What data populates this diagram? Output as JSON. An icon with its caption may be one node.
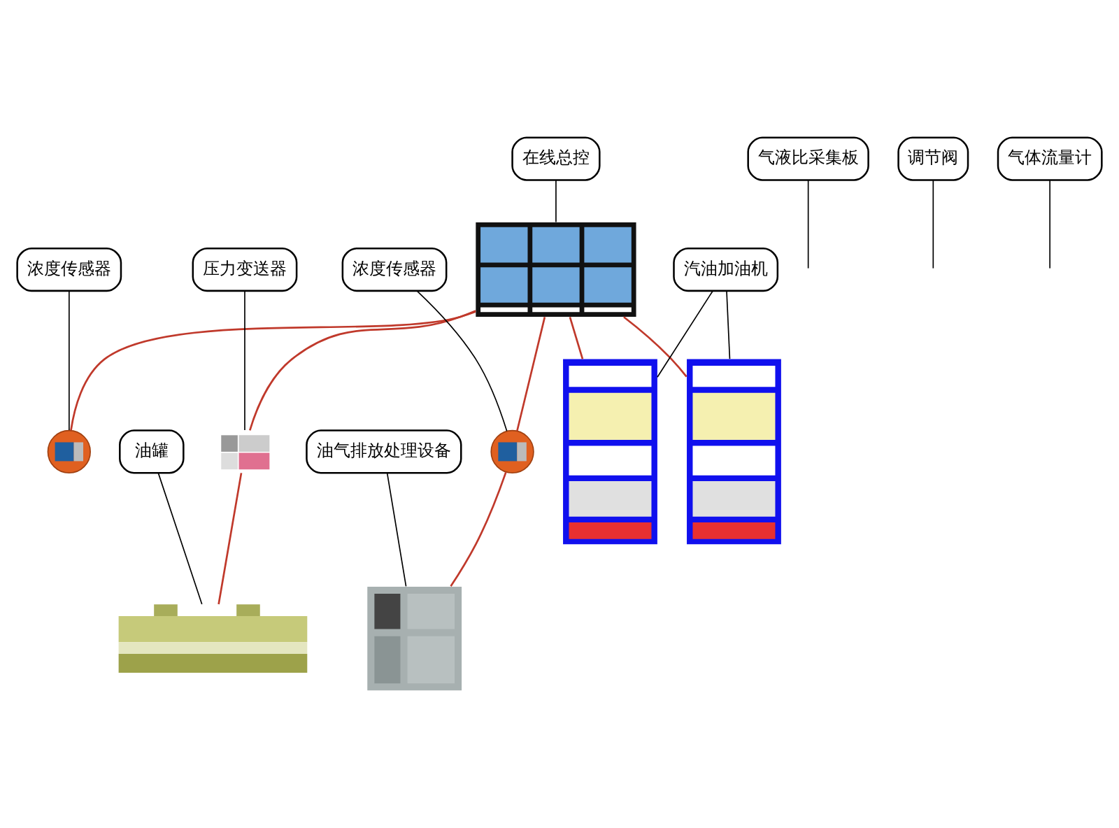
{
  "diagram": {
    "nodes": [
      {
        "text": [],
        "shape": "picture"
      },
      {
        "text": [
          "在线总控"
        ]
      },
      {
        "text": [],
        "shape": "picture"
      },
      {
        "text": [
          "浓度传感器"
        ]
      },
      {
        "text": [],
        "shape": "picture"
      },
      {
        "text": [
          "压力变送器"
        ]
      },
      {
        "text": [],
        "shape": "picture"
      },
      {
        "text": [
          "浓度传感器"
        ]
      },
      {
        "text": [],
        "shape": "picture"
      },
      {
        "text": [
          "油罐"
        ]
      },
      {
        "text": [],
        "shape": "picture"
      },
      {
        "text": [
          "油气排放处理设备"
        ]
      },
      {
        "text": [],
        "shape": "picture"
      },
      {
        "text": [],
        "shape": "picture"
      },
      {
        "text": [
          "汽油加油机"
        ]
      },
      {
        "text": [
          "气液比采集板"
        ]
      },
      {
        "text": [
          "调节阀"
        ]
      },
      {
        "text": [
          "气体流量计"
        ]
      }
    ],
    "edges": [
      {
        "from": 0,
        "to": 2,
        "arrow": "none",
        "color": "#c0392b"
      },
      {
        "from": 0,
        "to": 4,
        "arrow": "none",
        "color": "#c0392b"
      },
      {
        "from": 0,
        "to": 6,
        "arrow": "none",
        "color": "#c0392b"
      },
      {
        "from": 0,
        "to": 12,
        "arrow": "none",
        "color": "#c0392b"
      },
      {
        "from": 0,
        "to": 13,
        "arrow": "none",
        "color": "#c0392b"
      },
      {
        "from": 4,
        "to": 8,
        "arrow": "none",
        "color": "#c0392b"
      },
      {
        "from": 6,
        "to": 10,
        "arrow": "none",
        "color": "#c0392b"
      },
      {
        "from": 1,
        "to": 0,
        "arrow": "none"
      },
      {
        "from": 3,
        "to": 2,
        "arrow": "none"
      },
      {
        "from": 5,
        "to": 4,
        "arrow": "none"
      },
      {
        "from": 7,
        "to": 6,
        "arrow": "none"
      },
      {
        "from": 9,
        "to": 8,
        "arrow": "none"
      },
      {
        "from": 11,
        "to": 10,
        "arrow": "none"
      },
      {
        "from": 14,
        "to": 12,
        "arrow": "none"
      },
      {
        "from": 14,
        "to": 13,
        "arrow": "none"
      },
      {
        "from": 15,
        "to": null,
        "arrow": "none"
      },
      {
        "from": 16,
        "to": null,
        "arrow": "none"
      },
      {
        "from": 17,
        "to": null,
        "arrow": "none"
      }
    ]
  }
}
